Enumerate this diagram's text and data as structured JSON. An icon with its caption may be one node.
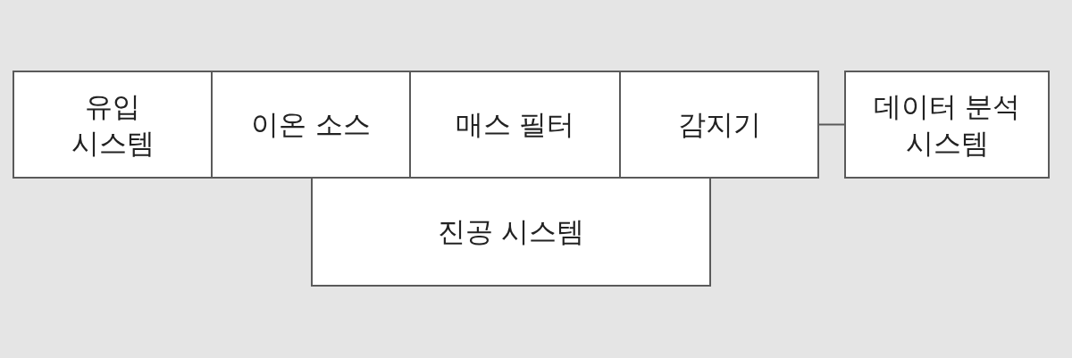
{
  "diagram": {
    "nodes": [
      {
        "text": [
          "유입 시스템"
        ]
      },
      {
        "text": [
          "이온 소스"
        ]
      },
      {
        "text": [
          "매스 필터"
        ]
      },
      {
        "text": [
          "감지기"
        ]
      },
      {
        "text": [
          "데이터 분석 시스템"
        ]
      },
      {
        "text": [
          "진공 시스템"
        ]
      }
    ],
    "edges": [
      {
        "from": 3,
        "to": 4,
        "arrow": "none"
      }
    ]
  }
}
